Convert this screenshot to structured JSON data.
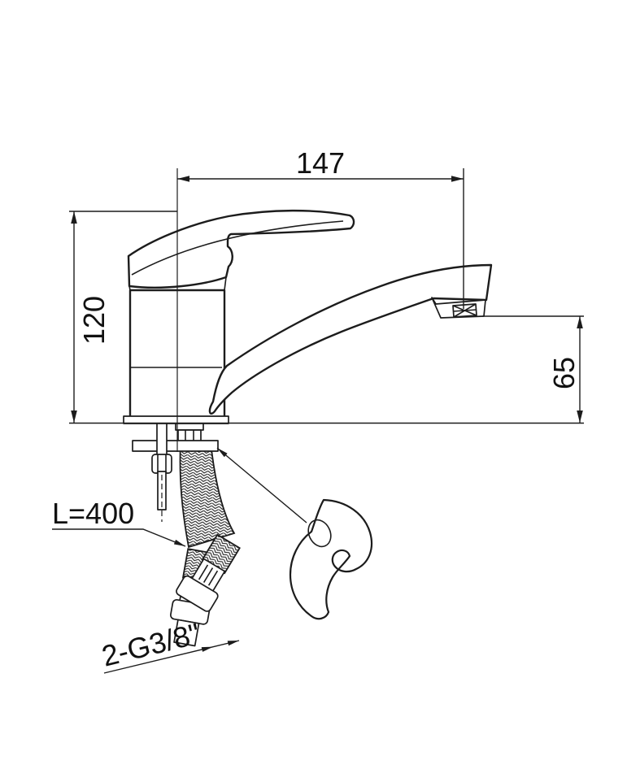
{
  "drawing_type": "faucet-installation-dimension-drawing",
  "colors": {
    "line": "#1c1c1c",
    "background": "#ffffff"
  },
  "dimensions": {
    "spout_reach": "147",
    "overall_height": "120",
    "outlet_height": "65",
    "hose_length": "L=400",
    "hose_thread": "2-G3/8\""
  }
}
